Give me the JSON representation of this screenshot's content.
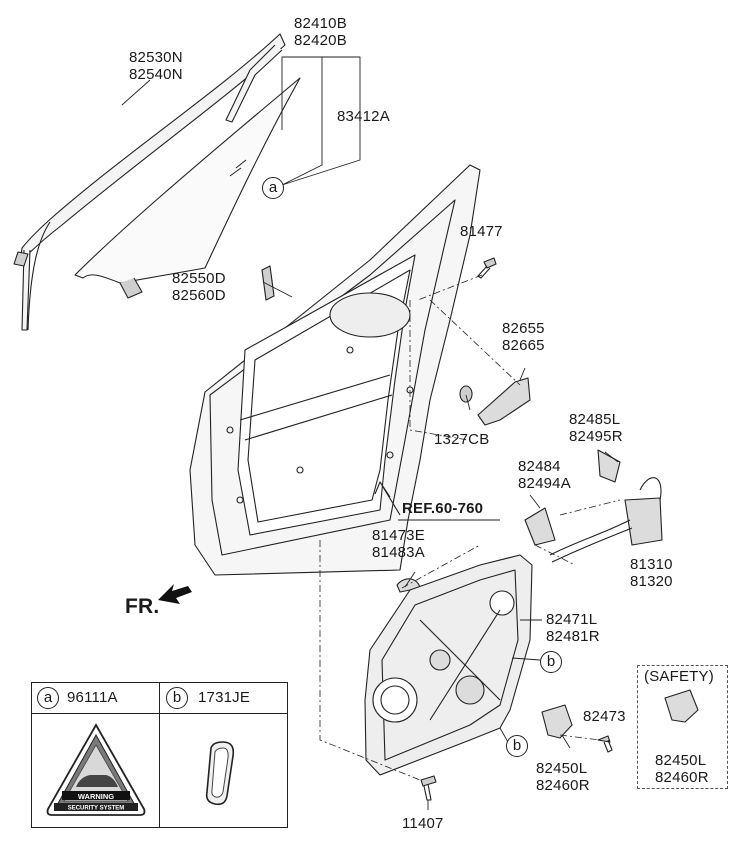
{
  "labels": {
    "p82410b": [
      "82410B",
      "82420B"
    ],
    "p82530n": [
      "82530N",
      "82540N"
    ],
    "p83412a": [
      "83412A"
    ],
    "p81477": [
      "81477"
    ],
    "p82550d": [
      "82550D",
      "82560D"
    ],
    "p82655": [
      "82655",
      "82665"
    ],
    "p1327cb": [
      "1327CB"
    ],
    "p82485l": [
      "82485L",
      "82495R"
    ],
    "p82484": [
      "82484",
      "82494A"
    ],
    "p81473e": [
      "81473E",
      "81483A"
    ],
    "p81310": [
      "81310",
      "81320"
    ],
    "p82471l": [
      "82471L",
      "82481R"
    ],
    "p82473": [
      "82473"
    ],
    "p82450l": [
      "82450L",
      "82460R"
    ],
    "p11407": [
      "11407"
    ],
    "safety_p82450l": [
      "82450L",
      "82460R"
    ]
  },
  "reference": "REF.60-760",
  "front_marker": "FR.",
  "callouts": {
    "a": "a",
    "b": "b"
  },
  "safety_title": "(SAFETY)",
  "legend": {
    "a": {
      "letter": "a",
      "part": "96111A",
      "decal_text": [
        "WARNING",
        "SECURITY SYSTEM"
      ]
    },
    "b": {
      "letter": "b",
      "part": "1731JE"
    }
  },
  "colors": {
    "line": "#222222",
    "part_fill": "#f4f4f4",
    "shade": "#cfcfcf"
  }
}
